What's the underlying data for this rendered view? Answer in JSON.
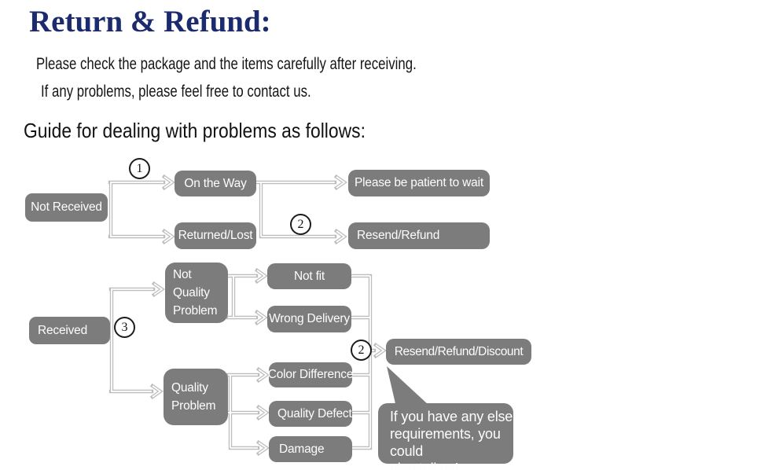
{
  "colors": {
    "title_blue": "#1c2b6d",
    "box_gray": "#7c7c7c",
    "arrow_gray": "#bdbdbd",
    "text_dark": "#151515"
  },
  "header": {
    "title": "Return & Refund:",
    "note_line1": "Please check the package and the items carefully after receiving.",
    "note_line2": "If any problems, please feel free to contact us.",
    "guide_heading": "Guide for dealing with problems as follows:"
  },
  "flowchart": {
    "badges": {
      "one": "1",
      "two": "2",
      "three": "3"
    },
    "nodes": {
      "not_received": "Not Received",
      "on_the_way": "On the Way",
      "returned_lost": "Returned/Lost",
      "please_wait": "Please be patient to wait",
      "resend_refund": "Resend/Refund",
      "received": "Received",
      "not_quality_problem": "Not Quality Problem",
      "not_fit": "Not fit",
      "wrong_delivery": "Wrong Delivery",
      "quality_problem": "Quality Problem",
      "color_difference": "Color Difference",
      "quality_defect": "Quality Defect",
      "damage": "Damage",
      "resend_refund_discount": "Resend/Refund/Discount"
    },
    "bubble": {
      "line1": "If you have any else",
      "line2": "requirements, you could",
      "line3": "also tell us!"
    },
    "edges": [
      {
        "from": "not_received",
        "to": "on_the_way",
        "badge": "1"
      },
      {
        "from": "not_received",
        "to": "returned_lost"
      },
      {
        "from": "on_the_way",
        "to": "please_wait"
      },
      {
        "from": "returned_lost",
        "to": "resend_refund",
        "badge": "2"
      },
      {
        "from": "received",
        "to": "not_quality_problem",
        "badge": "3"
      },
      {
        "from": "received",
        "to": "quality_problem",
        "badge": "3"
      },
      {
        "from": "not_quality_problem",
        "to": "not_fit"
      },
      {
        "from": "not_quality_problem",
        "to": "wrong_delivery"
      },
      {
        "from": "quality_problem",
        "to": "color_difference"
      },
      {
        "from": "quality_problem",
        "to": "quality_defect"
      },
      {
        "from": "quality_problem",
        "to": "damage"
      },
      {
        "from": "not_fit",
        "to": "resend_refund_discount",
        "badge": "2"
      },
      {
        "from": "wrong_delivery",
        "to": "resend_refund_discount",
        "badge": "2"
      },
      {
        "from": "color_difference",
        "to": "resend_refund_discount",
        "badge": "2"
      },
      {
        "from": "quality_defect",
        "to": "resend_refund_discount",
        "badge": "2"
      },
      {
        "from": "damage",
        "to": "resend_refund_discount",
        "badge": "2"
      }
    ]
  }
}
